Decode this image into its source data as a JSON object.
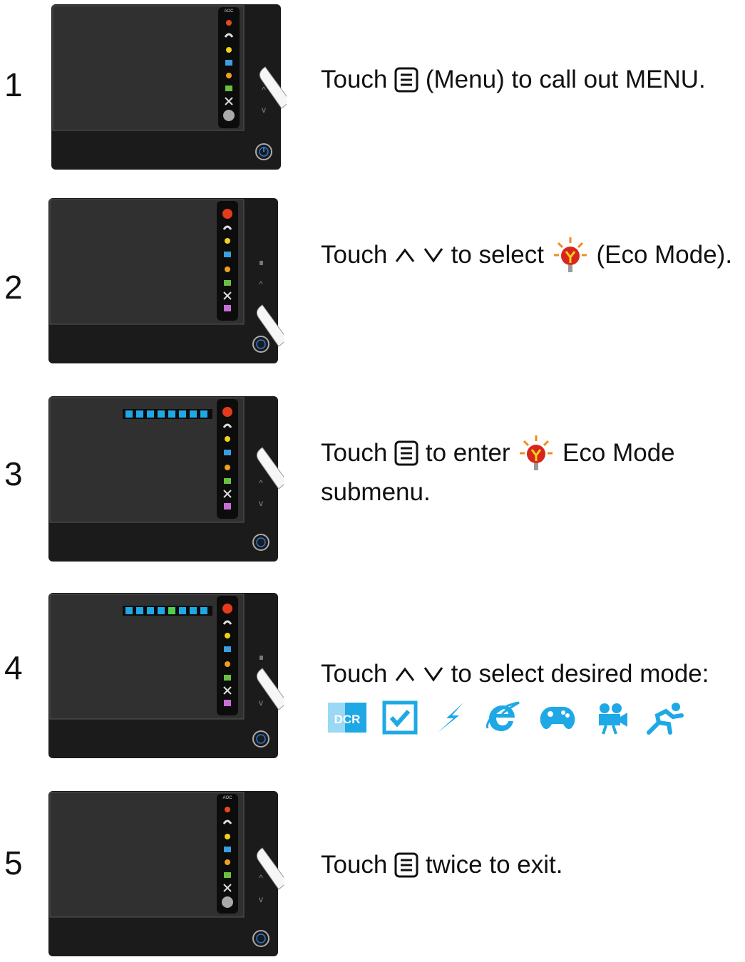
{
  "steps": [
    {
      "number": "1",
      "parts": [
        "Touch",
        "(Menu) to  call out MENU."
      ]
    },
    {
      "number": "2",
      "parts": [
        "Touch",
        "to select",
        "(Eco Mode)."
      ]
    },
    {
      "number": "3",
      "parts": [
        "Touch",
        "to enter",
        "Eco Mode"
      ],
      "line2": "submenu."
    },
    {
      "number": "4",
      "parts": [
        "Touch",
        "to select desired  mode:"
      ],
      "mode_icons": [
        "dcr-icon",
        "standard-check-icon",
        "text-lightning-icon",
        "internet-icon",
        "game-icon",
        "movie-icon",
        "sports-icon"
      ],
      "dcr_label": "DCR"
    },
    {
      "number": "5",
      "parts": [
        "Touch",
        "twice to exit."
      ]
    }
  ],
  "monitor_brand": "AOC",
  "colors": {
    "bezel": "#1b1b1b",
    "screen": "#2f2f2f",
    "accent_blue": "#1ea8e6",
    "eco_red": "#d9261c"
  }
}
